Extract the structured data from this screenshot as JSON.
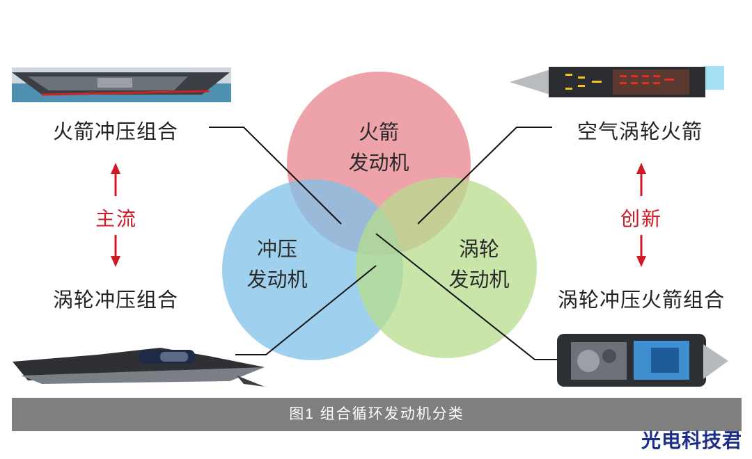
{
  "circles": {
    "rocket": {
      "line1": "火箭",
      "line2": "发动机",
      "color": "#e8848f"
    },
    "ramjet": {
      "line1": "冲压",
      "line2": "发动机",
      "color": "#7fc2e8"
    },
    "turbine": {
      "line1": "涡轮",
      "line2": "发动机",
      "color": "#b7dc8c"
    }
  },
  "left": {
    "top_label": "火箭冲压组合",
    "middle_label": "主流",
    "bottom_label": "涡轮冲压组合"
  },
  "right": {
    "top_label": "空气涡轮火箭",
    "middle_label": "创新",
    "bottom_label": "涡轮冲压火箭组合"
  },
  "caption": "图1  组合循环发动机分类",
  "watermark": "光电科技君",
  "colors": {
    "accent_red": "#cf1a26",
    "caption_bg": "#7f7f7f",
    "watermark": "#1c2e8a"
  }
}
